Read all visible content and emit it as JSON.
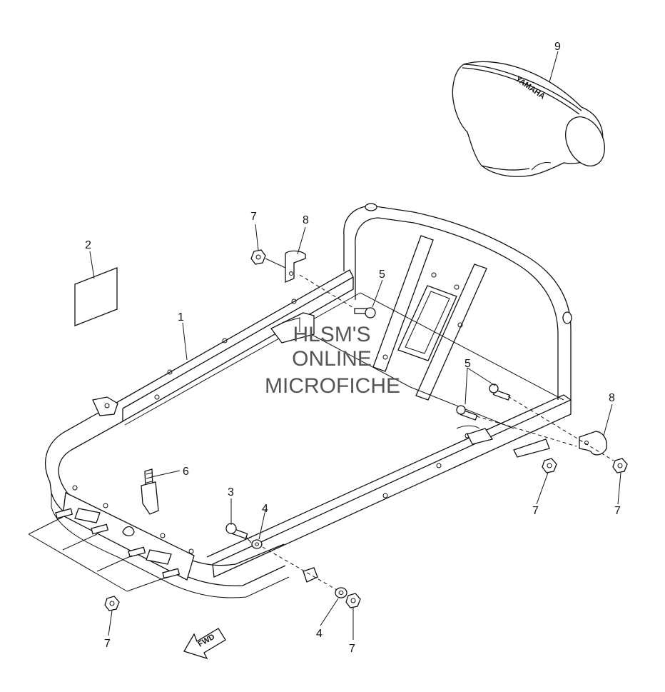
{
  "callouts": {
    "c1": "1",
    "c2": "2",
    "c3": "3",
    "c4a": "4",
    "c4b": "4",
    "c5a": "5",
    "c5b": "5",
    "c6": "6",
    "c7a": "7",
    "c7b": "7",
    "c7c": "7",
    "c7d": "7",
    "c7e": "7",
    "c8a": "8",
    "c8b": "8",
    "c9": "9"
  },
  "watermark": {
    "line1": "HLSM'S",
    "line2": "ONLINE",
    "line3": "MICROFICHE"
  },
  "cover_logo": "YAMAHA",
  "fwd_arrow": "FWD"
}
